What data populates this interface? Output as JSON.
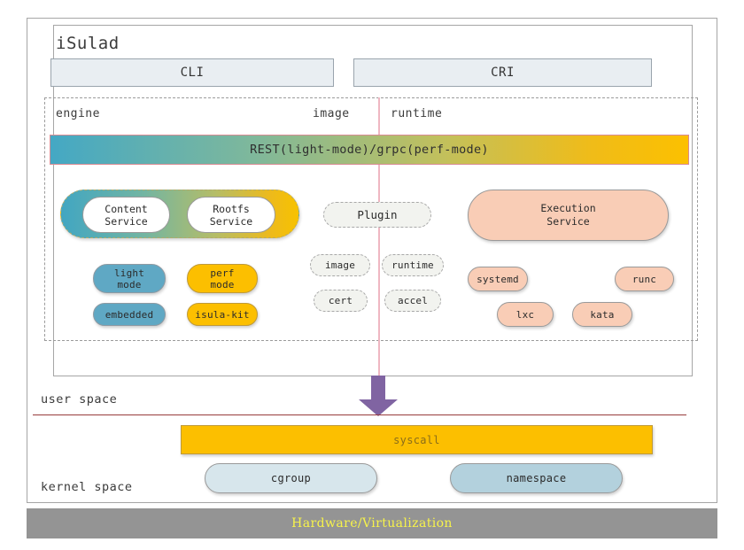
{
  "diagram": {
    "title": "iSulad",
    "top_interfaces": [
      {
        "id": "cli",
        "label": "CLI"
      },
      {
        "id": "cri",
        "label": "CRI"
      }
    ],
    "column_labels": {
      "engine": "engine",
      "image": "image",
      "runtime": "runtime"
    },
    "transport_bar": {
      "label": "REST(light-mode)/grpc(perf-mode)",
      "gradient_from": "#41a6c2",
      "gradient_to": "#fcc000",
      "border_color": "#d88b93"
    },
    "engine_column": {
      "service_capsule": {
        "items": [
          {
            "line1": "Content",
            "line2": "Service"
          },
          {
            "line1": "Rootfs",
            "line2": "Service"
          }
        ]
      },
      "mode_pills": [
        {
          "line1": "light",
          "line2": "mode",
          "color": "#5fa8c4"
        },
        {
          "line1": "perf",
          "line2": "mode",
          "color": "#fcbf00"
        },
        {
          "line1": "embedded",
          "line2": "",
          "color": "#5fa8c4"
        },
        {
          "line1": "isula-kit",
          "line2": "",
          "color": "#fcbf00"
        }
      ]
    },
    "middle_column": {
      "plugin": "Plugin",
      "pills": [
        {
          "label": "image"
        },
        {
          "label": "runtime"
        },
        {
          "label": "cert"
        },
        {
          "label": "accel"
        }
      ]
    },
    "runtime_column": {
      "execution_service": {
        "line1": "Execution",
        "line2": "Service",
        "color": "#f9cdb6"
      },
      "runtimes": [
        {
          "label": "systemd"
        },
        {
          "label": "runc"
        },
        {
          "label": "lxc"
        },
        {
          "label": "kata"
        }
      ]
    },
    "space_labels": {
      "user": "user space",
      "kernel": "kernel space"
    },
    "syscall": {
      "label": "syscall",
      "color": "#fcbf00",
      "text_color": "#8a6d1a"
    },
    "kernel_objects": [
      {
        "label": "cgroup",
        "color": "#d7e6ec"
      },
      {
        "label": "namespace",
        "color": "#b3d1dd"
      }
    ],
    "hardware_bar": {
      "label": "Hardware/Virtualization",
      "background": "#949494",
      "text_color": "#f7f34a"
    },
    "accents": {
      "divider_pink": "#efb7c2",
      "separator_maroon": "#973b3b",
      "arrow_purple": "#8064a2"
    }
  }
}
